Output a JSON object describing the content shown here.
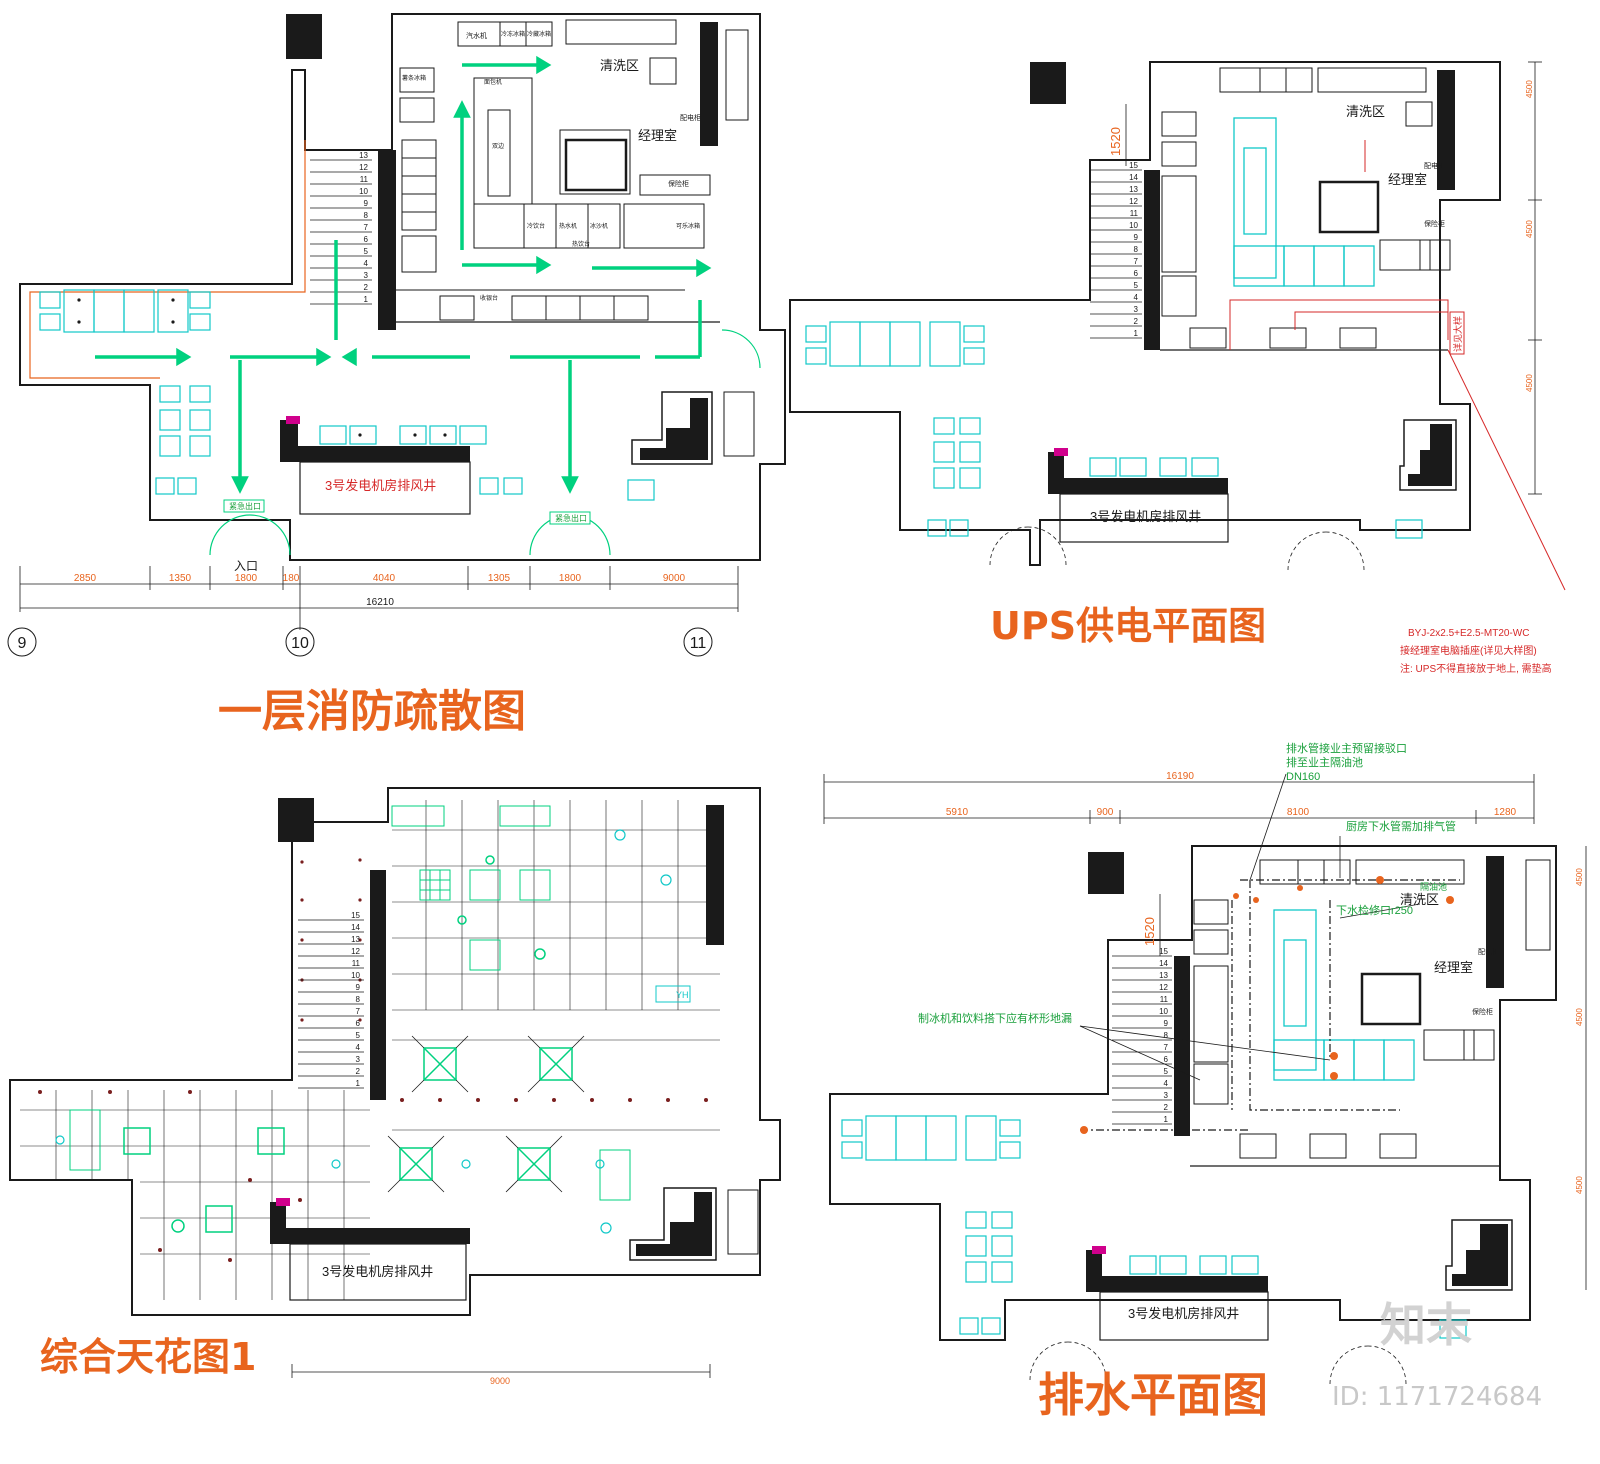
{
  "colors": {
    "wall": "#1a1a1a",
    "cyan": "#10c8c8",
    "green": "#00d17f",
    "orange": "#e8641e",
    "red": "#d62828",
    "magenta": "#d0008c",
    "mark_green": "#1aa03c"
  },
  "q1": {
    "title": "一层消防疏散图",
    "labels": {
      "qingxiqu": "清洗区",
      "jinglishi": "经理室",
      "peidiangui": "配电柜",
      "baoxiangui": "保险柜",
      "qishuiji": "汽水机",
      "lengdong": "冷冻冰箱",
      "lengcang": "冷藏冰箱",
      "mianbaoji": "面包机",
      "shuangbian": "双边",
      "lengyintai": "冷饮台",
      "reshuiji": "热水机",
      "bingshaji": "冰沙机",
      "reyintai": "热饮台",
      "kele": "可乐冰箱",
      "shutiao": "薯条冰箱",
      "exhaust": "3号发电机房排风井",
      "exit_left": "紧急出口",
      "exit_right": "紧急出口",
      "entrance": "入口",
      "register": "收银台"
    },
    "dims": [
      "2850",
      "1350",
      "1800",
      "180",
      "4040",
      "1305",
      "1800",
      "9000"
    ],
    "total": "16210",
    "axes": [
      "9",
      "10",
      "11"
    ],
    "stairs": [
      "13",
      "12",
      "11",
      "10",
      "9",
      "8",
      "7",
      "6",
      "5",
      "4",
      "3",
      "2",
      "1"
    ]
  },
  "q2": {
    "title": "UPS供电平面图",
    "labels": {
      "qingxiqu": "清洗区",
      "jinglishi": "经理室",
      "peidiangui": "配电柜",
      "baoxiangui": "保险柜",
      "exhaust": "3号发电机房排风井",
      "ups_tag": "详见大样"
    },
    "dim_left": "1520",
    "dims_right": [
      "4500",
      "4500",
      "4500"
    ],
    "stairs": [
      "15",
      "14",
      "13",
      "12",
      "11",
      "10",
      "9",
      "8",
      "7",
      "6",
      "5",
      "4",
      "3",
      "2",
      "1"
    ],
    "note1": "BYJ-2x2.5+E2.5-MT20-WC",
    "note2": "接经理室电脑插座(详见大样图)",
    "note3": "注: UPS不得直接放于地上, 需垫高"
  },
  "q3": {
    "title": "综合天花图1",
    "labels": {
      "exhaust": "3号发电机房排风井",
      "yh": "YH"
    },
    "bottom_dim": "9000",
    "stairs": [
      "15",
      "14",
      "13",
      "12",
      "11",
      "10",
      "9",
      "8",
      "7",
      "6",
      "5",
      "4",
      "3",
      "2",
      "1"
    ]
  },
  "q4": {
    "title": "排水平面图",
    "labels": {
      "qingxiqu": "清洗区",
      "jinglishi": "经理室",
      "peidiangui": "配电柜",
      "baoxiangui": "保险柜",
      "exhaust": "3号发电机房排风井"
    },
    "notes": {
      "n1": "排水管接业主预留接驳口",
      "n2": "排至业主隔油池",
      "n3": "DN160",
      "n4": "厨房下水管需加排气管",
      "n5": "隔油池",
      "n6": "下水检修口r250",
      "n7": "制冰机和饮料搭下应有杯形地漏"
    },
    "dim_total": "16190",
    "dims": [
      "5910",
      "900",
      "8100",
      "1280"
    ],
    "dim_left": "1520",
    "dims_right": [
      "4500",
      "4500",
      "4500"
    ],
    "stairs": [
      "15",
      "14",
      "13",
      "12",
      "11",
      "10",
      "9",
      "8",
      "7",
      "6",
      "5",
      "4",
      "3",
      "2",
      "1"
    ]
  },
  "watermark": {
    "id_text": "ID: 1171724684",
    "logo": "知末"
  }
}
